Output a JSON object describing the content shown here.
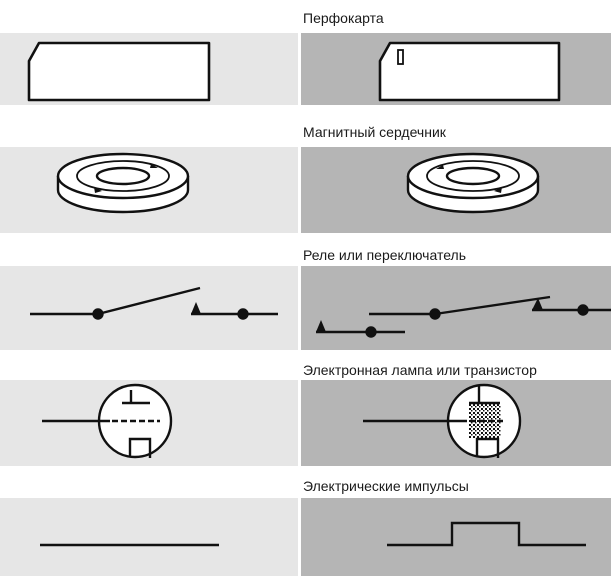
{
  "rows": [
    {
      "label": "Перфокарта",
      "item": "punch-card"
    },
    {
      "label": "Магнитный сердечник",
      "item": "magnetic-core"
    },
    {
      "label": "Реле или переключатель",
      "item": "relay-switch"
    },
    {
      "label": "Электронная лампа или транзистор",
      "item": "vacuum-tube"
    },
    {
      "label": "Электрические импульсы",
      "item": "electric-pulse"
    }
  ],
  "colors": {
    "light_panel": "#e6e6e6",
    "dark_panel": "#b5b5b5",
    "stroke": "#111111",
    "fill_white": "#ffffff"
  }
}
